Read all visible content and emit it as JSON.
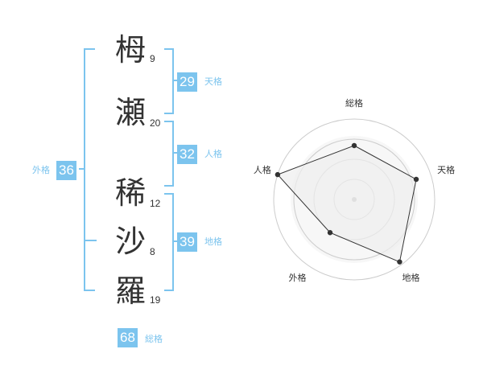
{
  "name": {
    "characters": [
      {
        "char": "栂",
        "strokes": "9"
      },
      {
        "char": "瀬",
        "strokes": "20"
      },
      {
        "char": "稀",
        "strokes": "12"
      },
      {
        "char": "沙",
        "strokes": "8"
      },
      {
        "char": "羅",
        "strokes": "19"
      }
    ]
  },
  "fortunes": {
    "tenkaku": {
      "label": "天格",
      "value": "29"
    },
    "jinkaku": {
      "label": "人格",
      "value": "32"
    },
    "chikaku": {
      "label": "地格",
      "value": "39"
    },
    "gaikaku": {
      "label": "外格",
      "value": "36"
    },
    "soukaku": {
      "label": "総格",
      "value": "68"
    }
  },
  "chart_data": {
    "type": "radar",
    "axes": [
      "総格",
      "天格",
      "地格",
      "外格",
      "人格"
    ],
    "values": [
      0.67,
      0.81,
      0.96,
      0.51,
      1.0
    ],
    "scale": [
      0,
      1
    ],
    "rings": 4,
    "colors": {
      "fill": "#eeeeee",
      "stroke": "#333333",
      "ring": "#cccccc"
    }
  },
  "colors": {
    "accent": "#7cc4ee",
    "text": "#333333"
  }
}
